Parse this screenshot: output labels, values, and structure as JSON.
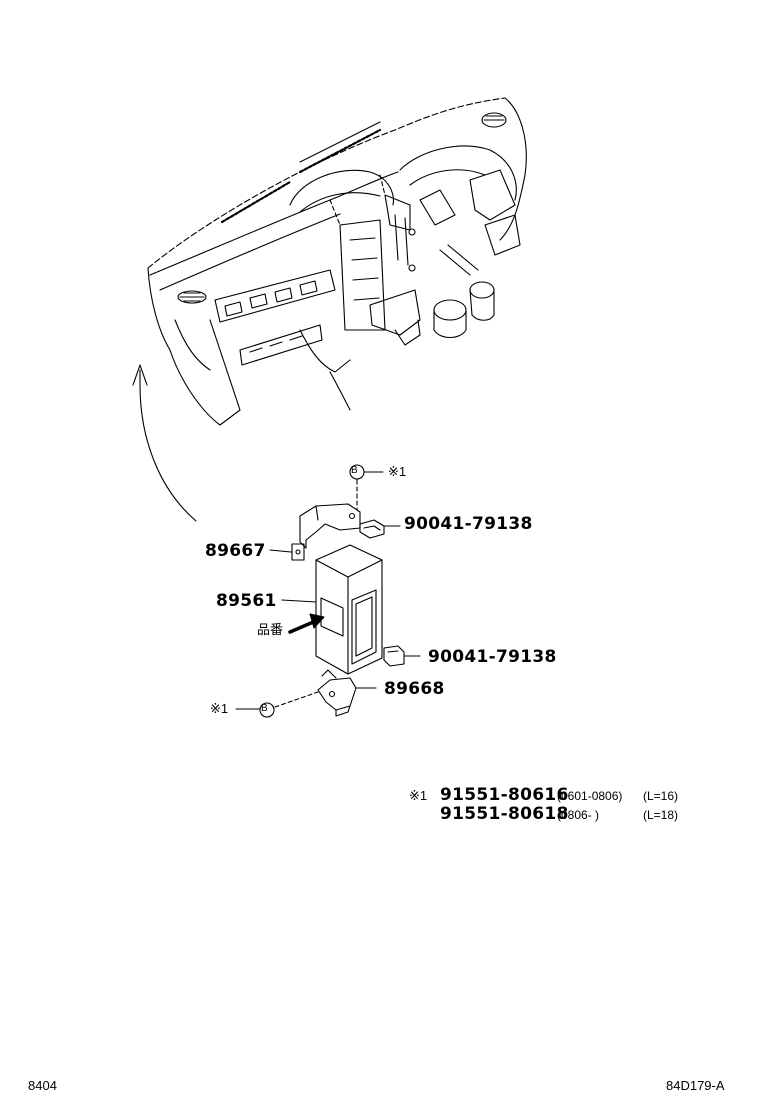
{
  "parts": {
    "bracket_upper": "89667",
    "ecu": "89561",
    "bracket_lower": "89668",
    "nut_upper": "90041-79138",
    "nut_lower": "90041-79138"
  },
  "callouts": {
    "part_no_label": "品番",
    "bolt_symbol": "B",
    "ref_mark": "※1"
  },
  "footnote": {
    "mark": "※1",
    "rows": [
      {
        "part": "91551-80616",
        "date": "(0601-0806)",
        "spec": "(L=16)"
      },
      {
        "part": "91551-80618",
        "date": "(0806-      )",
        "spec": "(L=18)"
      }
    ]
  },
  "footer": {
    "left_code": "8404",
    "right_code": "84D179-A"
  }
}
